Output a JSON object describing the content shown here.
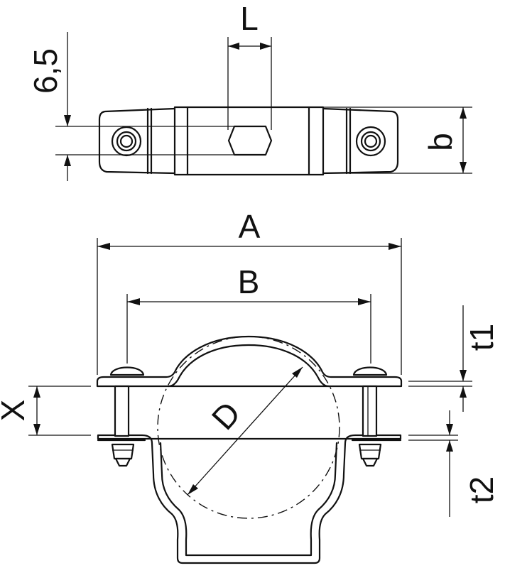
{
  "labels": {
    "L": "L",
    "six_five": "6,5",
    "b": "b",
    "A": "A",
    "B": "B",
    "D": "D",
    "X": "X",
    "t1": "t1",
    "t2": "t2"
  }
}
